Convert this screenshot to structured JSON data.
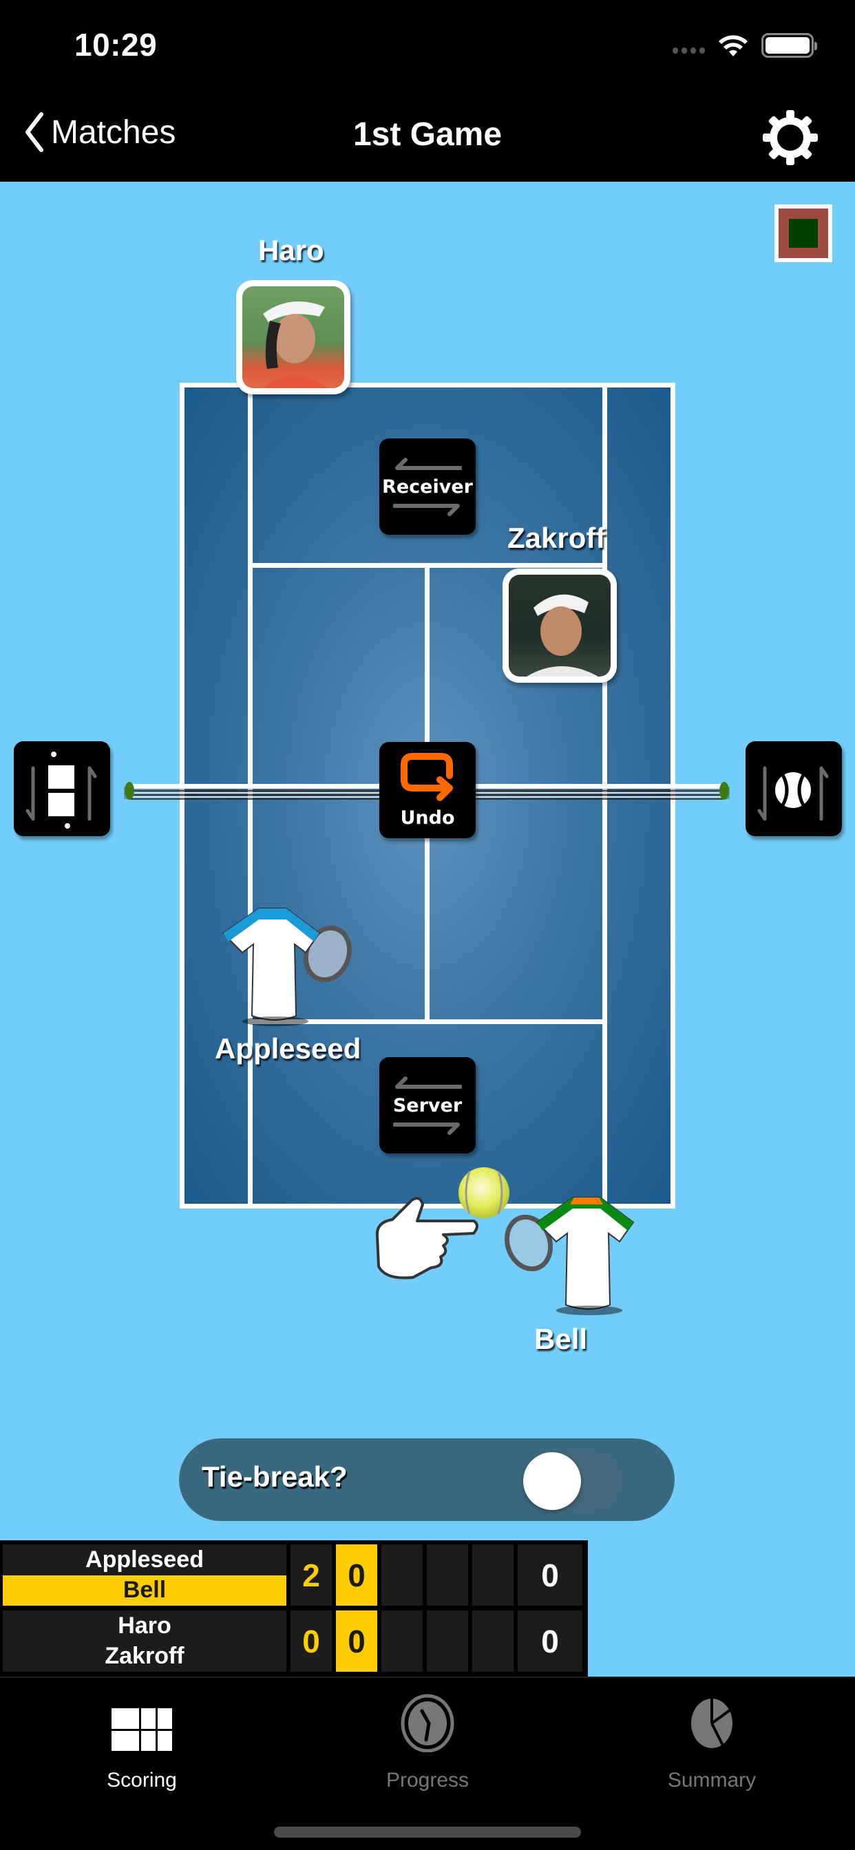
{
  "status_bar": {
    "time": "10:29"
  },
  "nav": {
    "back_label": "Matches",
    "title": "1st Game",
    "settings_icon": "gear-icon"
  },
  "court": {
    "players": {
      "top_left": {
        "name": "Haro"
      },
      "top_right": {
        "name": "Zakroff"
      },
      "bottom_left": {
        "name": "Appleseed"
      },
      "bottom_right": {
        "name": "Bell"
      }
    },
    "receiver_button": "Receiver",
    "server_button": "Server",
    "undo_button": "Undo",
    "left_side_button_icon": "swap-ends-icon",
    "right_side_button_icon": "swap-balls-icon",
    "colors": {
      "background": "#73cdfb",
      "court_dark": "#1b5a8c",
      "undo_accent": "#ff6a00"
    }
  },
  "tiebreak": {
    "label": "Tie-break?",
    "enabled": false
  },
  "scoreboard": {
    "rows": [
      {
        "name_top": "Appleseed",
        "name_bottom": "Bell",
        "serving_name": "bottom",
        "set1": "2",
        "current_game": "0",
        "col3": "",
        "col4": "",
        "col5": "",
        "total": "0"
      },
      {
        "name_top": "Haro",
        "name_bottom": "Zakroff",
        "serving_name": "",
        "set1": "0",
        "current_game": "0",
        "col3": "",
        "col4": "",
        "col5": "",
        "total": "0"
      }
    ],
    "highlight_color": "#ffcc00"
  },
  "tabs": [
    {
      "label": "Scoring",
      "icon": "grid-icon",
      "active": true
    },
    {
      "label": "Progress",
      "icon": "clock-icon",
      "active": false
    },
    {
      "label": "Summary",
      "icon": "pie-chart-icon",
      "active": false
    }
  ]
}
